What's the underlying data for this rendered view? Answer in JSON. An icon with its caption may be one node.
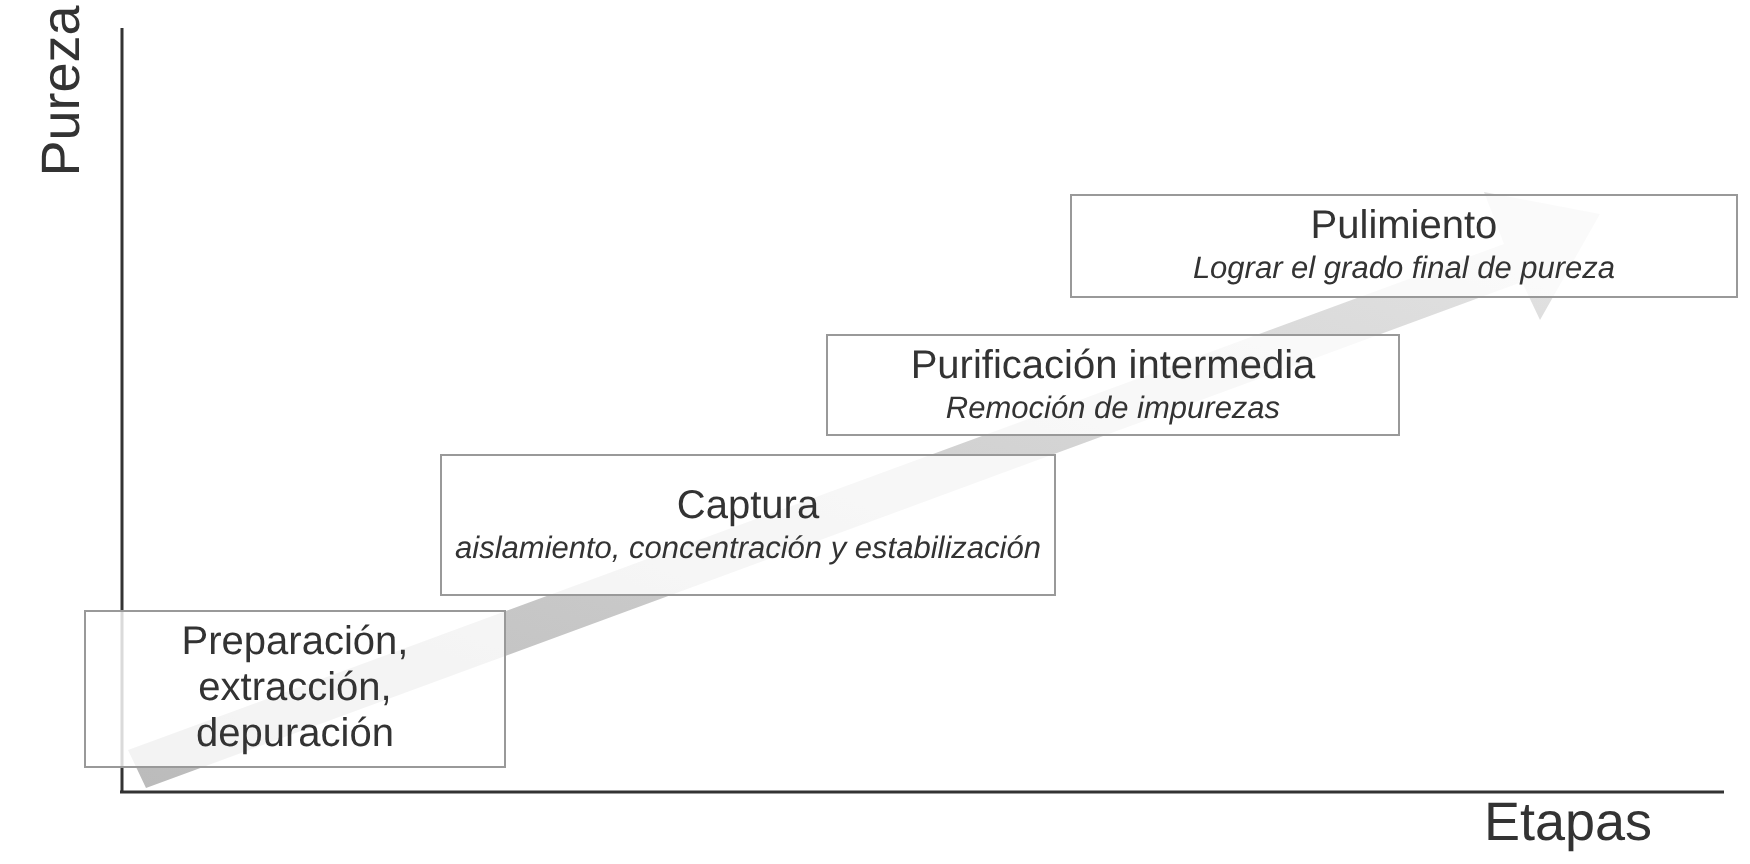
{
  "diagram": {
    "nodes": [
      {
        "text": [
          "Preparación, extracción, depuración"
        ]
      },
      {
        "text": [
          "Captura",
          "aislamiento, concentración y estabilización"
        ]
      },
      {
        "text": [
          "Purificación intermedia",
          "Remoción de impurezas"
        ]
      },
      {
        "text": [
          "Pulimiento",
          "Lograr el grado final de pureza"
        ]
      }
    ],
    "edges": [],
    "labels": [
      "Pureza",
      "Etapas"
    ]
  }
}
